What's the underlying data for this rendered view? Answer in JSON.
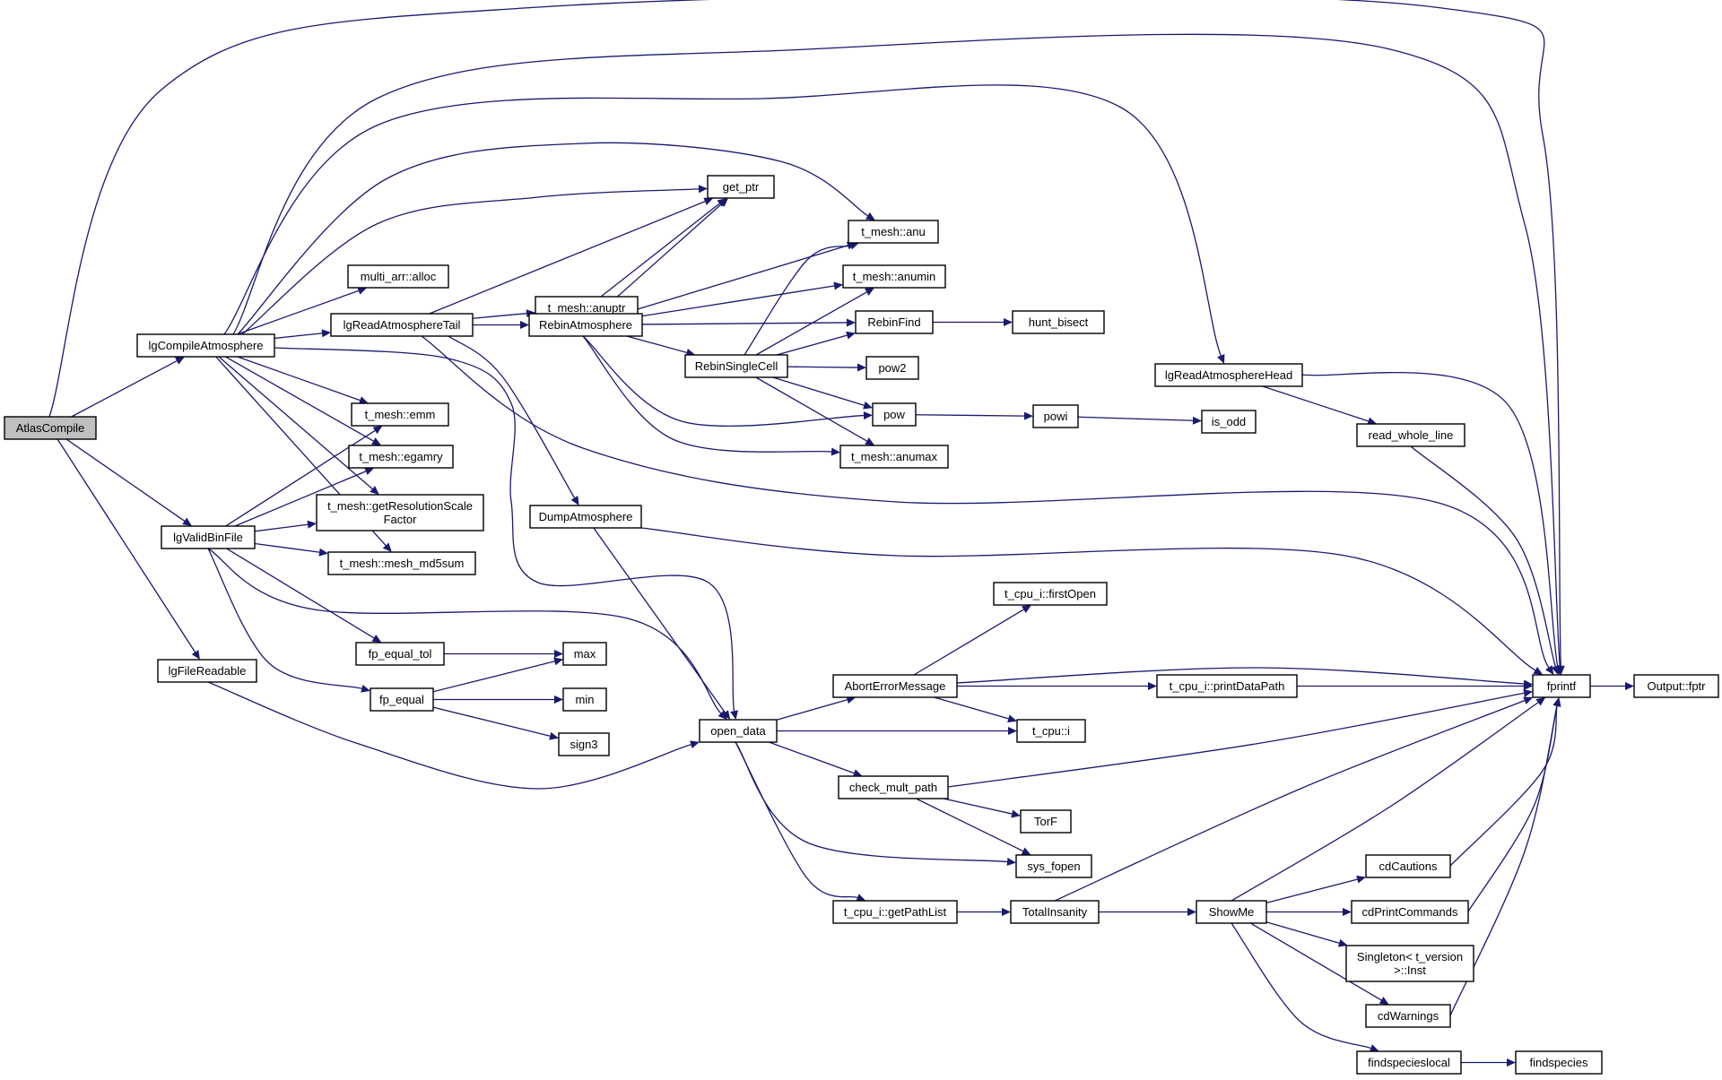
{
  "graph": {
    "colors": {
      "edge": "#191970",
      "node_border": "#000000",
      "node_fill": "#ffffff",
      "root_fill": "#bfbfbf"
    },
    "nodes": [
      {
        "id": "AtlasCompile",
        "label": [
          "AtlasCompile"
        ],
        "root": true
      },
      {
        "id": "IgCompileAtmosphere",
        "label": [
          "lgCompileAtmosphere"
        ]
      },
      {
        "id": "IgValidBinFile",
        "label": [
          "lgValidBinFile"
        ]
      },
      {
        "id": "IgFileReadable",
        "label": [
          "lgFileReadable"
        ]
      },
      {
        "id": "multi_arr_alloc",
        "label": [
          "multi_arr::alloc"
        ]
      },
      {
        "id": "IgReadAtmosphereTail",
        "label": [
          "lgReadAtmosphereTail"
        ]
      },
      {
        "id": "t_mesh_emm",
        "label": [
          "t_mesh::emm"
        ]
      },
      {
        "id": "t_mesh_egamry",
        "label": [
          "t_mesh::egamry"
        ]
      },
      {
        "id": "t_mesh_getRes",
        "label": [
          "t_mesh::getResolutionScale",
          "Factor"
        ]
      },
      {
        "id": "t_mesh_md5",
        "label": [
          "t_mesh::mesh_md5sum"
        ]
      },
      {
        "id": "fp_equal_tol",
        "label": [
          "fp_equal_tol"
        ]
      },
      {
        "id": "fp_equal",
        "label": [
          "fp_equal"
        ]
      },
      {
        "id": "max",
        "label": [
          "max"
        ]
      },
      {
        "id": "min",
        "label": [
          "min"
        ]
      },
      {
        "id": "sign3",
        "label": [
          "sign3"
        ]
      },
      {
        "id": "get_ptr",
        "label": [
          "get_ptr"
        ]
      },
      {
        "id": "t_mesh_anuptr",
        "label": [
          "t_mesh::anuptr"
        ]
      },
      {
        "id": "RebinAtmosphere",
        "label": [
          "RebinAtmosphere"
        ]
      },
      {
        "id": "DumpAtmosphere",
        "label": [
          "DumpAtmosphere"
        ]
      },
      {
        "id": "t_mesh_anu",
        "label": [
          "t_mesh::anu"
        ]
      },
      {
        "id": "t_mesh_anumin",
        "label": [
          "t_mesh::anumin"
        ]
      },
      {
        "id": "RebinFind",
        "label": [
          "RebinFind"
        ]
      },
      {
        "id": "RebinSingleCell",
        "label": [
          "RebinSingleCell"
        ]
      },
      {
        "id": "pow2",
        "label": [
          "pow2"
        ]
      },
      {
        "id": "pow",
        "label": [
          "pow"
        ]
      },
      {
        "id": "t_mesh_anumax",
        "label": [
          "t_mesh::anumax"
        ]
      },
      {
        "id": "hunt_bisect",
        "label": [
          "hunt_bisect"
        ]
      },
      {
        "id": "powi",
        "label": [
          "powi"
        ]
      },
      {
        "id": "is_odd",
        "label": [
          "is_odd"
        ]
      },
      {
        "id": "IgReadAtmosphereHead",
        "label": [
          "lgReadAtmosphereHead"
        ]
      },
      {
        "id": "read_whole_line",
        "label": [
          "read_whole_line"
        ]
      },
      {
        "id": "open_data",
        "label": [
          "open_data"
        ]
      },
      {
        "id": "AbortErrorMessage",
        "label": [
          "AbortErrorMessage"
        ]
      },
      {
        "id": "check_mult_path",
        "label": [
          "check_mult_path"
        ]
      },
      {
        "id": "t_cpu_i_getPathList",
        "label": [
          "t_cpu_i::getPathList"
        ]
      },
      {
        "id": "t_cpu_i_firstOpen",
        "label": [
          "t_cpu_i::firstOpen"
        ]
      },
      {
        "id": "t_cpu_i_printDataPath",
        "label": [
          "t_cpu_i::printDataPath"
        ]
      },
      {
        "id": "t_cpu_i",
        "label": [
          "t_cpu::i"
        ]
      },
      {
        "id": "TorF",
        "label": [
          "TorF"
        ]
      },
      {
        "id": "sys_fopen",
        "label": [
          "sys_fopen"
        ]
      },
      {
        "id": "TotalInsanity",
        "label": [
          "TotalInsanity"
        ]
      },
      {
        "id": "ShowMe",
        "label": [
          "ShowMe"
        ]
      },
      {
        "id": "cdCautions",
        "label": [
          "cdCautions"
        ]
      },
      {
        "id": "cdPrintCommands",
        "label": [
          "cdPrintCommands"
        ]
      },
      {
        "id": "Singleton",
        "label": [
          "Singleton< t_version",
          ">::Inst"
        ]
      },
      {
        "id": "cdWarnings",
        "label": [
          "cdWarnings"
        ]
      },
      {
        "id": "findspecieslocal",
        "label": [
          "findspecieslocal"
        ]
      },
      {
        "id": "findspecies",
        "label": [
          "findspecies"
        ]
      },
      {
        "id": "fprintf",
        "label": [
          "fprintf"
        ]
      },
      {
        "id": "Output_fptr",
        "label": [
          "Output::fptr"
        ]
      }
    ],
    "edges": [
      [
        "AtlasCompile",
        "IgCompileAtmosphere"
      ],
      [
        "AtlasCompile",
        "IgValidBinFile"
      ],
      [
        "AtlasCompile",
        "IgFileReadable"
      ],
      [
        "AtlasCompile",
        "fprintf"
      ],
      [
        "IgCompileAtmosphere",
        "multi_arr_alloc"
      ],
      [
        "IgCompileAtmosphere",
        "IgReadAtmosphereTail"
      ],
      [
        "IgCompileAtmosphere",
        "t_mesh_emm"
      ],
      [
        "IgCompileAtmosphere",
        "t_mesh_egamry"
      ],
      [
        "IgCompileAtmosphere",
        "t_mesh_getRes"
      ],
      [
        "IgCompileAtmosphere",
        "t_mesh_md5"
      ],
      [
        "IgCompileAtmosphere",
        "get_ptr"
      ],
      [
        "IgCompileAtmosphere",
        "t_mesh_anu"
      ],
      [
        "IgCompileAtmosphere",
        "IgReadAtmosphereHead"
      ],
      [
        "IgCompileAtmosphere",
        "open_data"
      ],
      [
        "IgCompileAtmosphere",
        "fprintf"
      ],
      [
        "IgValidBinFile",
        "t_mesh_emm"
      ],
      [
        "IgValidBinFile",
        "t_mesh_egamry"
      ],
      [
        "IgValidBinFile",
        "t_mesh_getRes"
      ],
      [
        "IgValidBinFile",
        "t_mesh_md5"
      ],
      [
        "IgValidBinFile",
        "fp_equal_tol"
      ],
      [
        "IgValidBinFile",
        "fp_equal"
      ],
      [
        "IgValidBinFile",
        "open_data"
      ],
      [
        "IgFileReadable",
        "open_data"
      ],
      [
        "fp_equal_tol",
        "max"
      ],
      [
        "fp_equal",
        "max"
      ],
      [
        "fp_equal",
        "min"
      ],
      [
        "fp_equal",
        "sign3"
      ],
      [
        "IgReadAtmosphereTail",
        "get_ptr"
      ],
      [
        "IgReadAtmosphereTail",
        "t_mesh_anuptr"
      ],
      [
        "IgReadAtmosphereTail",
        "RebinAtmosphere"
      ],
      [
        "IgReadAtmosphereTail",
        "DumpAtmosphere"
      ],
      [
        "IgReadAtmosphereTail",
        "fprintf"
      ],
      [
        "t_mesh_anuptr",
        "get_ptr"
      ],
      [
        "RebinAtmosphere",
        "get_ptr"
      ],
      [
        "RebinAtmosphere",
        "t_mesh_anu"
      ],
      [
        "RebinAtmosphere",
        "t_mesh_anumin"
      ],
      [
        "RebinAtmosphere",
        "RebinFind"
      ],
      [
        "RebinAtmosphere",
        "RebinSingleCell"
      ],
      [
        "RebinAtmosphere",
        "pow"
      ],
      [
        "RebinAtmosphere",
        "t_mesh_anumax"
      ],
      [
        "RebinSingleCell",
        "t_mesh_anu"
      ],
      [
        "RebinSingleCell",
        "t_mesh_anumin"
      ],
      [
        "RebinSingleCell",
        "RebinFind"
      ],
      [
        "RebinSingleCell",
        "pow2"
      ],
      [
        "RebinSingleCell",
        "pow"
      ],
      [
        "RebinSingleCell",
        "t_mesh_anumax"
      ],
      [
        "RebinFind",
        "hunt_bisect"
      ],
      [
        "pow",
        "powi"
      ],
      [
        "powi",
        "is_odd"
      ],
      [
        "IgReadAtmosphereHead",
        "read_whole_line"
      ],
      [
        "IgReadAtmosphereHead",
        "fprintf"
      ],
      [
        "read_whole_line",
        "fprintf"
      ],
      [
        "DumpAtmosphere",
        "open_data"
      ],
      [
        "DumpAtmosphere",
        "fprintf"
      ],
      [
        "open_data",
        "AbortErrorMessage"
      ],
      [
        "open_data",
        "t_cpu_i"
      ],
      [
        "open_data",
        "check_mult_path"
      ],
      [
        "open_data",
        "sys_fopen"
      ],
      [
        "open_data",
        "t_cpu_i_getPathList"
      ],
      [
        "AbortErrorMessage",
        "t_cpu_i_firstOpen"
      ],
      [
        "AbortErrorMessage",
        "t_cpu_i_printDataPath"
      ],
      [
        "AbortErrorMessage",
        "t_cpu_i"
      ],
      [
        "AbortErrorMessage",
        "fprintf"
      ],
      [
        "t_cpu_i_printDataPath",
        "fprintf"
      ],
      [
        "check_mult_path",
        "TorF"
      ],
      [
        "check_mult_path",
        "sys_fopen"
      ],
      [
        "check_mult_path",
        "fprintf"
      ],
      [
        "t_cpu_i_getPathList",
        "TotalInsanity"
      ],
      [
        "TotalInsanity",
        "ShowMe"
      ],
      [
        "TotalInsanity",
        "fprintf"
      ],
      [
        "ShowMe",
        "cdCautions"
      ],
      [
        "ShowMe",
        "cdPrintCommands"
      ],
      [
        "ShowMe",
        "Singleton"
      ],
      [
        "ShowMe",
        "cdWarnings"
      ],
      [
        "ShowMe",
        "findspecieslocal"
      ],
      [
        "ShowMe",
        "fprintf"
      ],
      [
        "cdCautions",
        "fprintf"
      ],
      [
        "cdPrintCommands",
        "fprintf"
      ],
      [
        "cdWarnings",
        "fprintf"
      ],
      [
        "findspecieslocal",
        "findspecies"
      ],
      [
        "fprintf",
        "Output_fptr"
      ]
    ]
  }
}
